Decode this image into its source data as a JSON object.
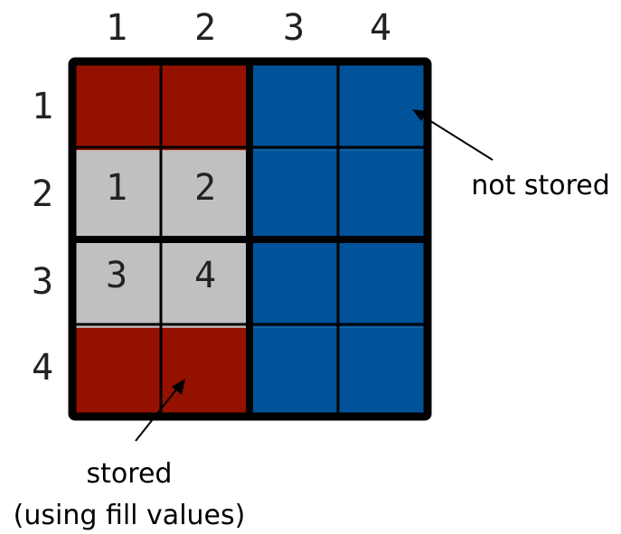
{
  "col_labels": [
    "1",
    "2",
    "3",
    "4"
  ],
  "row_labels": [
    "1",
    "2",
    "3",
    "4"
  ],
  "cell_values": [
    "1",
    "2",
    "3",
    "4"
  ],
  "colors": {
    "red": "#941100",
    "blue": "#00529A",
    "gray": "#C0C0C0",
    "grid": "#000000"
  },
  "grid": [
    [
      "red",
      "red",
      "blue",
      "blue"
    ],
    [
      "gray",
      "gray",
      "blue",
      "blue"
    ],
    [
      "gray",
      "gray",
      "blue",
      "blue"
    ],
    [
      "red",
      "red",
      "blue",
      "blue"
    ]
  ],
  "annotations": {
    "not_stored": "not stored",
    "stored_line1": "stored",
    "stored_line2": "(using fill values)"
  }
}
